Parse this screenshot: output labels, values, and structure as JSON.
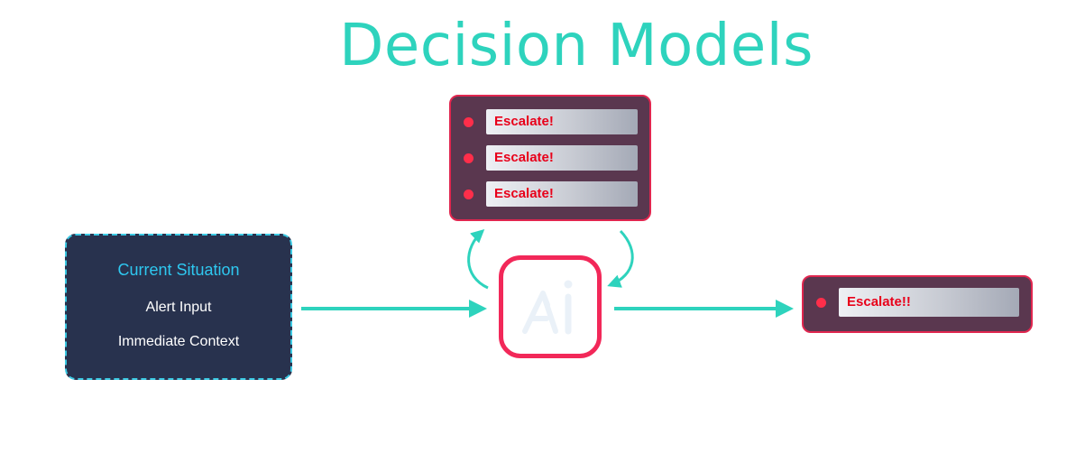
{
  "title": "Decision Models",
  "situation": {
    "heading": "Current Situation",
    "lines": [
      "Alert Input",
      "Immediate Context"
    ]
  },
  "model_outputs": [
    {
      "label": "Escalate!"
    },
    {
      "label": "Escalate!"
    },
    {
      "label": "Escalate!"
    }
  ],
  "final_output": {
    "label": "Escalate!!"
  },
  "colors": {
    "accent": "#2ed3bd",
    "panel": "#5a374f",
    "alert": "#ff2e4a",
    "ai_border": "#f22859",
    "situation_bg": "#28324e"
  },
  "icons": {
    "ai_logo": "ai-logo-icon"
  }
}
